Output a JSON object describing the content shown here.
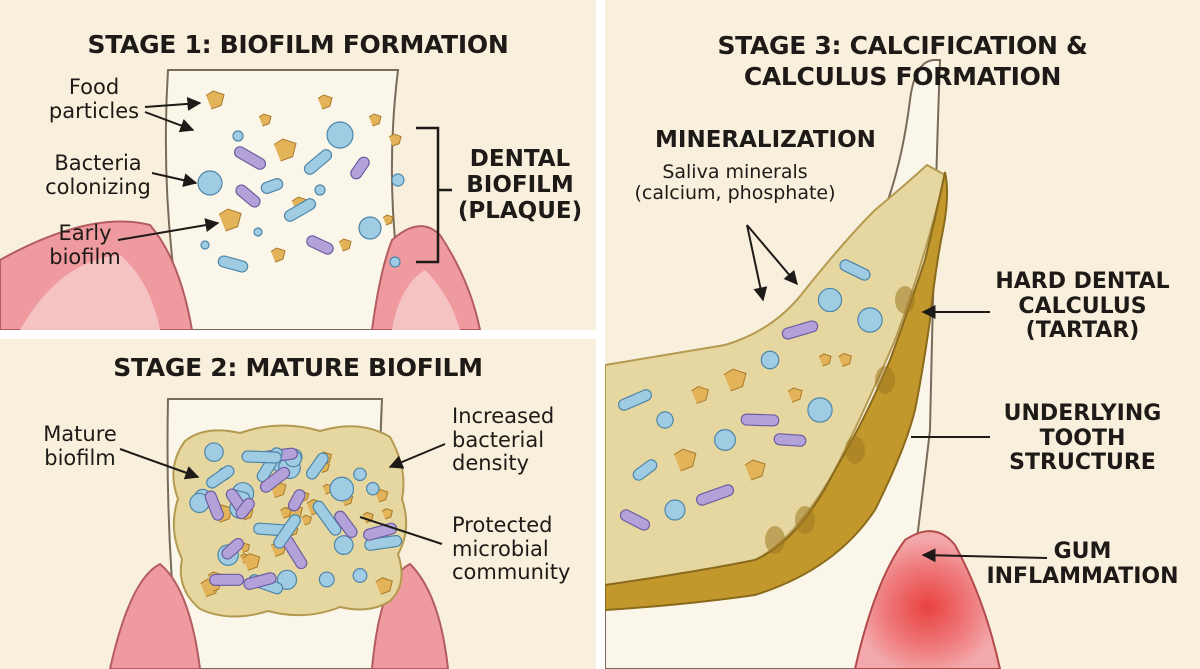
{
  "stage1": {
    "title": "STAGE 1: BIOFILM FORMATION",
    "food": [
      "Food",
      "particles"
    ],
    "bacteria": [
      "Bacteria",
      "colonizing"
    ],
    "early": [
      "Early",
      "biofilm"
    ],
    "dental": [
      "DENTAL",
      "BIOFILM",
      "(PLAQUE)"
    ]
  },
  "stage2": {
    "title": "STAGE 2: MATURE BIOFILM",
    "mature": [
      "Mature",
      "biofilm"
    ],
    "density": [
      "Increased",
      "bacterial",
      "density"
    ],
    "protected": [
      "Protected",
      "microbial",
      "community"
    ]
  },
  "stage3": {
    "title": [
      "STAGE 3: CALCIFICATION &",
      "CALCULUS FORMATION"
    ],
    "mineralization": "MINERALIZATION",
    "saliva": [
      "Saliva minerals",
      "(calcium, phosphate)"
    ],
    "calculus": [
      "HARD DENTAL",
      "CALCULUS",
      "(TARTAR)"
    ],
    "tooth": [
      "UNDERLYING",
      "TOOTH",
      "STRUCTURE"
    ],
    "gum": [
      "GUM",
      "INFLAMMATION"
    ]
  },
  "colors": {
    "background": "#f8f0dd",
    "tooth": "#fbf6ea",
    "gum": "#ef9a9e",
    "gum_inflamed": "#e8423f",
    "plaque": "#e6d7a1",
    "calculus": "#c2982d",
    "bacteria_blue": "#9fcbe3",
    "bacteria_purple": "#b3a1d9",
    "food_particle": "#e3b35a"
  }
}
